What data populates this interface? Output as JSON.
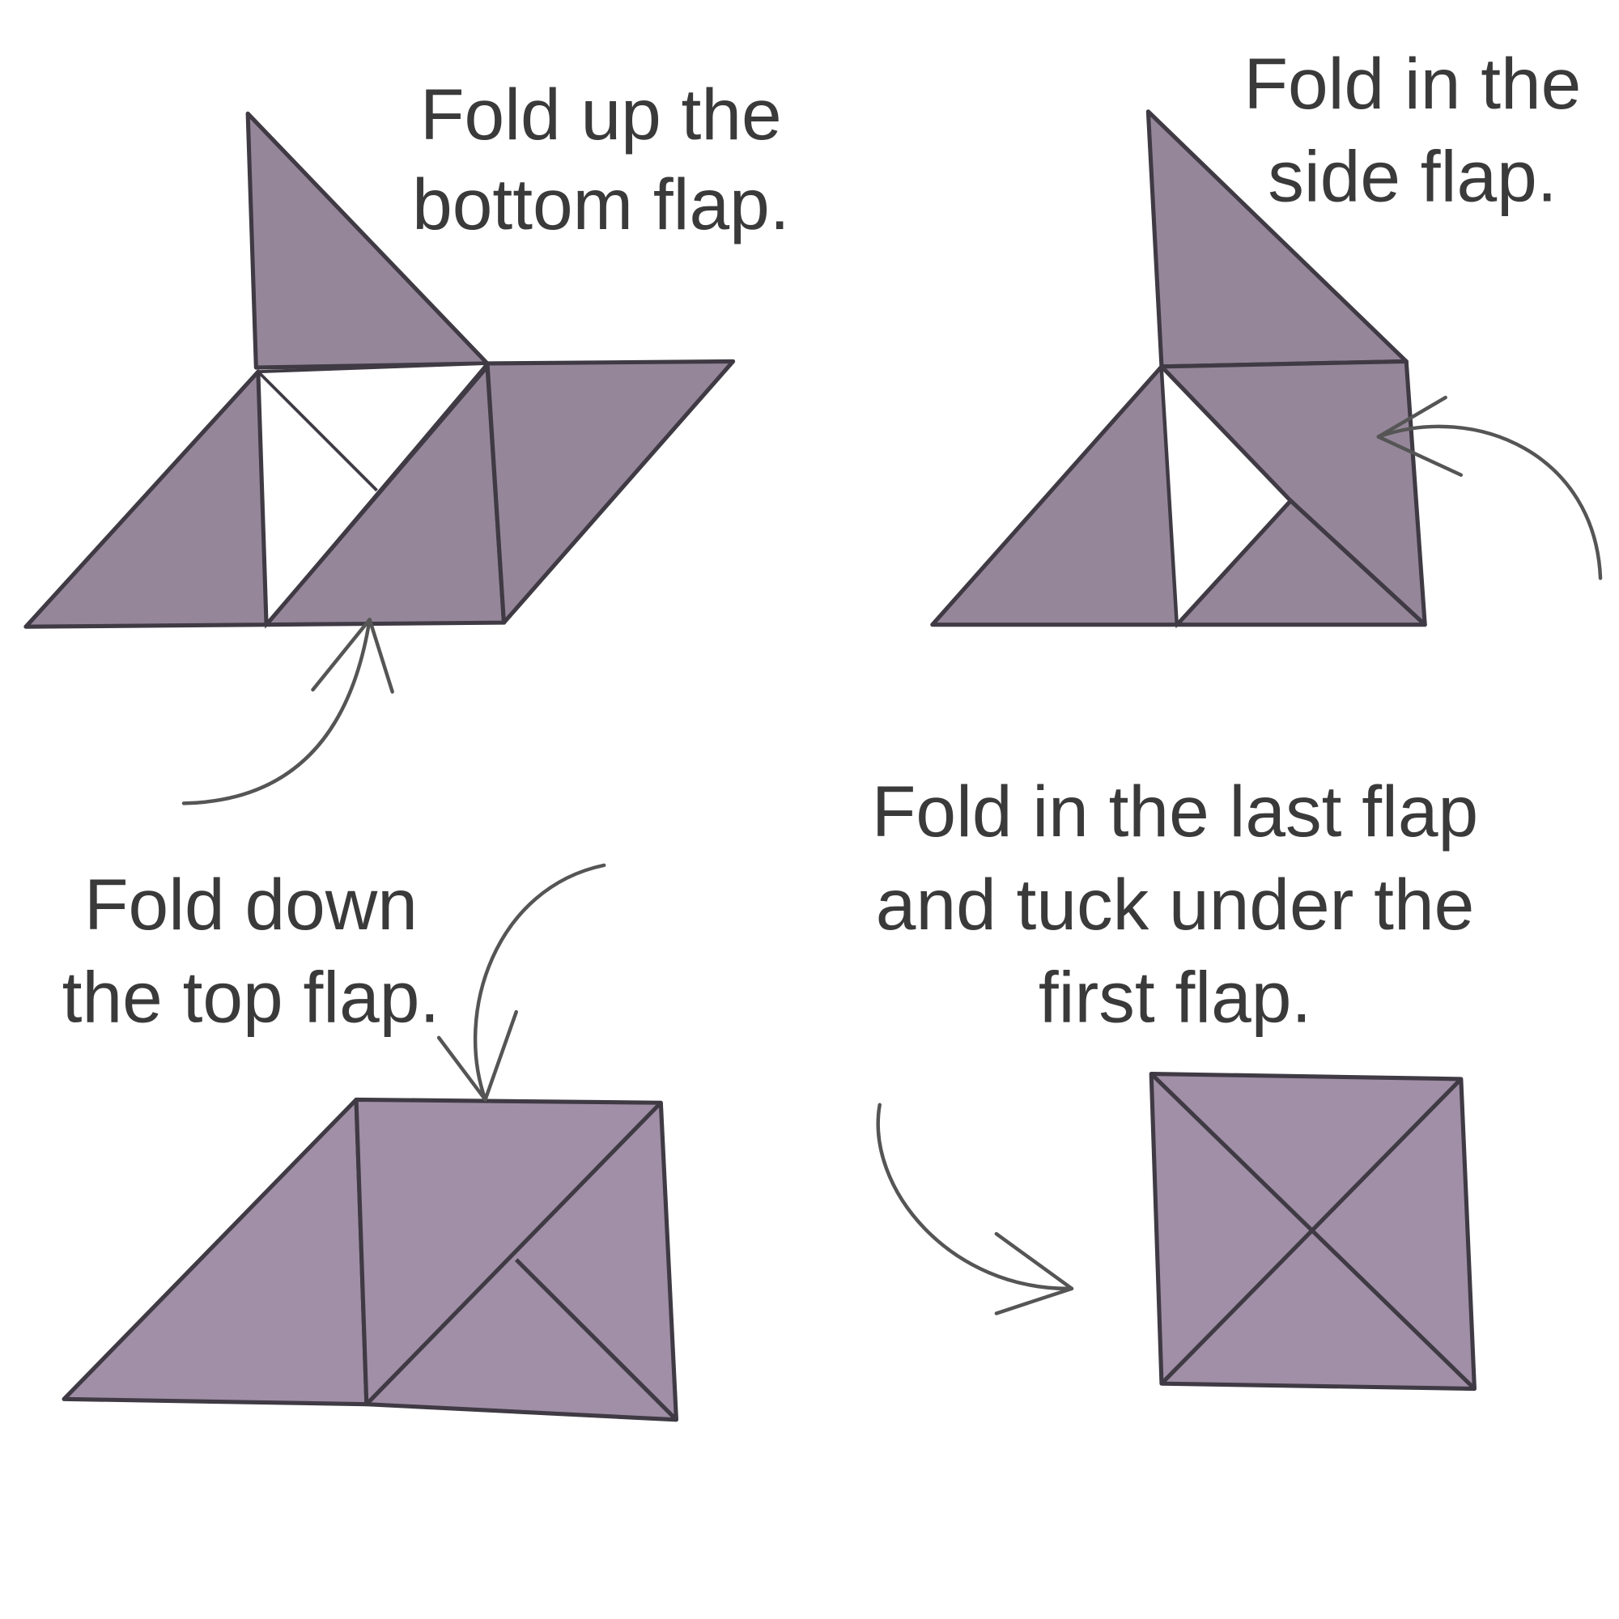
{
  "steps": [
    {
      "lines": [
        "Fold up the",
        "bottom flap."
      ]
    },
    {
      "lines": [
        "Fold in the",
        "side flap."
      ]
    },
    {
      "lines": [
        "Fold down",
        "the top flap."
      ]
    },
    {
      "lines": [
        "Fold in the last flap",
        "and tuck under the",
        "first flap."
      ]
    }
  ],
  "colors": {
    "paper_top": "#958799",
    "paper_bottom": "#a08fa6",
    "outline": "#3f3a44"
  }
}
